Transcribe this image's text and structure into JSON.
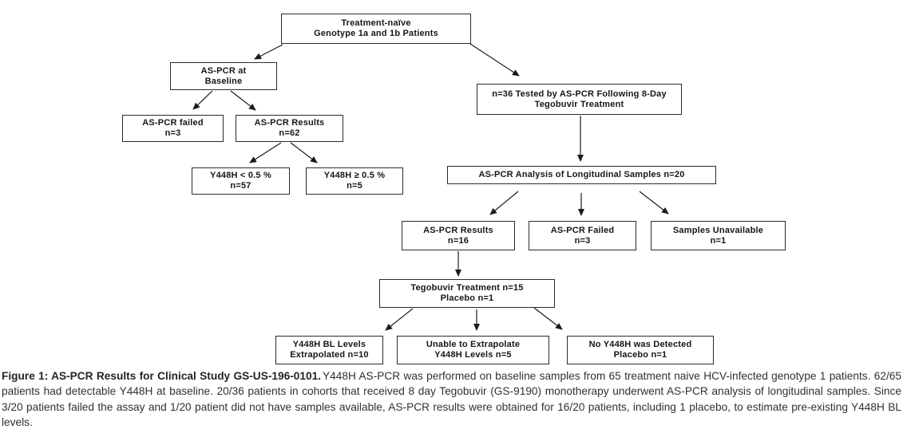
{
  "nodes": {
    "treatment_naive": {
      "line1": "Treatment-naïve",
      "line2": "Genotype 1a and 1b Patients"
    },
    "aspcr_baseline": {
      "line1": "AS-PCR at",
      "line2": "Baseline"
    },
    "aspcr_failed": {
      "line1": "AS-PCR failed",
      "line2": "n=3"
    },
    "aspcr_results_62": {
      "line1": "AS-PCR Results",
      "line2": "n=62"
    },
    "y448h_lt_05": {
      "line1": "Y448H < 0.5 %",
      "line2": "n=57"
    },
    "y448h_ge_05": {
      "line1": "Y448H ≥ 0.5 %",
      "line2": "n=5"
    },
    "n36_tested": {
      "line1": "n=36 Tested by AS-PCR Following 8-Day",
      "line2": "Tegobuvir Treatment"
    },
    "longitudinal_20": {
      "line1": "AS-PCR Analysis of Longitudinal Samples n=20"
    },
    "aspcr_results_16": {
      "line1": "AS-PCR Results",
      "line2": "n=16"
    },
    "aspcr_failed_3": {
      "line1": "AS-PCR Failed",
      "line2": "n=3"
    },
    "samples_unavailable": {
      "line1": "Samples Unavailable",
      "line2": "n=1"
    },
    "tegobuvir_treatment": {
      "line1": "Tegobuvir Treatment n=15",
      "line2": "Placebo n=1"
    },
    "y448h_bl_levels": {
      "line1": "Y448H BL Levels",
      "line2": "Extrapolated n=10"
    },
    "unable_extrapolate": {
      "line1": "Unable to Extrapolate",
      "line2": "Y448H Levels n=5"
    },
    "no_y448h_detected": {
      "line1": "No Y448H was Detected",
      "line2": "Placebo n=1"
    }
  },
  "edges": [
    {
      "from": "treatment_naive",
      "to": "aspcr_baseline"
    },
    {
      "from": "treatment_naive",
      "to": "n36_tested"
    },
    {
      "from": "aspcr_baseline",
      "to": "aspcr_failed"
    },
    {
      "from": "aspcr_baseline",
      "to": "aspcr_results_62"
    },
    {
      "from": "aspcr_results_62",
      "to": "y448h_lt_05"
    },
    {
      "from": "aspcr_results_62",
      "to": "y448h_ge_05"
    },
    {
      "from": "n36_tested",
      "to": "longitudinal_20"
    },
    {
      "from": "longitudinal_20",
      "to": "aspcr_results_16"
    },
    {
      "from": "longitudinal_20",
      "to": "aspcr_failed_3"
    },
    {
      "from": "longitudinal_20",
      "to": "samples_unavailable"
    },
    {
      "from": "aspcr_results_16",
      "to": "tegobuvir_treatment"
    },
    {
      "from": "tegobuvir_treatment",
      "to": "y448h_bl_levels"
    },
    {
      "from": "tegobuvir_treatment",
      "to": "unable_extrapolate"
    },
    {
      "from": "tegobuvir_treatment",
      "to": "no_y448h_detected"
    }
  ],
  "caption": {
    "title": "Figure 1: AS-PCR Results for Clinical Study GS-US-196-0101.",
    "body": "Y448H AS-PCR was performed on baseline samples from 65 treatment naive HCV-infected genotype 1 patients. 62/65 patients had detectable Y448H at baseline. 20/36 patients in cohorts that received 8 day Tegobuvir (GS-9190) monotherapy underwent AS-PCR analysis of longitudinal samples. Since 3/20 patients failed the assay and 1/20 patient did not have samples available, AS-PCR results were obtained for 16/20 patients, including 1 placebo, to estimate pre-existing Y448H BL levels.",
    "line_colors": {
      "line": "#1a1a1a",
      "box_border": "#2b2b2b",
      "text": "#161616",
      "background": "#ffffff"
    }
  }
}
